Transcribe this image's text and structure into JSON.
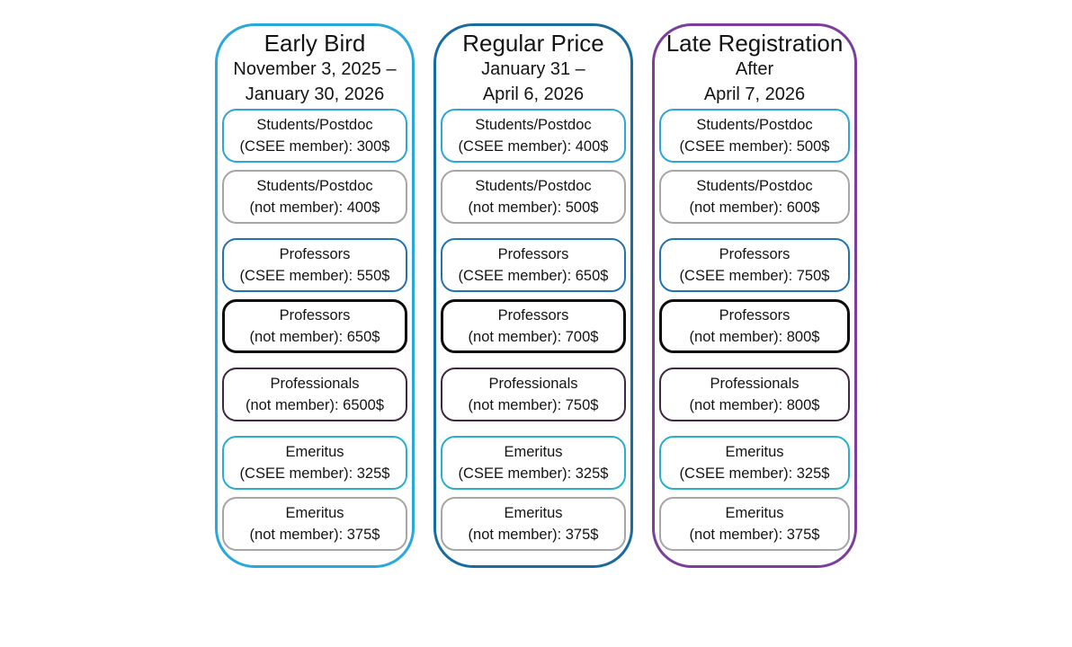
{
  "canvas": {
    "background": "#FFFFFF"
  },
  "box_border_colors": {
    "students_csee": "#2EA5DB",
    "students_not_member": "#A6A6A6",
    "professors_csee": "#2173B4",
    "professors_not_member": "#0D0D0D",
    "professionals_not_member": "#402843",
    "emeritus_csee": "#29AFCE",
    "emeritus_not_member": "#A6A6A6"
  },
  "tiers": [
    {
      "title": "Early Bird",
      "border_color": "#29A8DC",
      "date_lines": [
        "November 3, 2025 –",
        "January 30, 2026"
      ],
      "boxes": [
        {
          "category": "students_csee",
          "line1": "Students/Postdoc",
          "line2": "(CSEE member): 300$"
        },
        {
          "category": "students_not_member",
          "line1": "Students/Postdoc",
          "line2": "(not member): 400$"
        },
        {
          "category": "professors_csee",
          "line1": "Professors",
          "line2": "(CSEE member): 550$"
        },
        {
          "category": "professors_not_member",
          "line1": "Professors",
          "line2": "(not member): 650$"
        },
        {
          "category": "professionals_not_member",
          "line1": "Professionals",
          "line2": "(not member): 6500$"
        },
        {
          "category": "emeritus_csee",
          "line1": "Emeritus",
          "line2": "(CSEE member): 325$"
        },
        {
          "category": "emeritus_not_member",
          "line1": "Emeritus",
          "line2": "(not member): 375$"
        }
      ]
    },
    {
      "title": "Regular Price",
      "border_color": "#1B6C9E",
      "date_lines": [
        "January 31 –",
        "April 6, 2026"
      ],
      "boxes": [
        {
          "category": "students_csee",
          "line1": "Students/Postdoc",
          "line2": "(CSEE member): 400$"
        },
        {
          "category": "students_not_member",
          "line1": "Students/Postdoc",
          "line2": "(not member): 500$"
        },
        {
          "category": "professors_csee",
          "line1": "Professors",
          "line2": "(CSEE member): 650$"
        },
        {
          "category": "professors_not_member",
          "line1": "Professors",
          "line2": "(not member): 700$"
        },
        {
          "category": "professionals_not_member",
          "line1": "Professionals",
          "line2": "(not member): 750$"
        },
        {
          "category": "emeritus_csee",
          "line1": "Emeritus",
          "line2": "(CSEE member): 325$"
        },
        {
          "category": "emeritus_not_member",
          "line1": "Emeritus",
          "line2": "(not member): 375$"
        }
      ]
    },
    {
      "title": "Late Registration",
      "border_color": "#7B3F9B",
      "date_lines": [
        "After",
        "April 7, 2026"
      ],
      "boxes": [
        {
          "category": "students_csee",
          "line1": "Students/Postdoc",
          "line2": "(CSEE member): 500$"
        },
        {
          "category": "students_not_member",
          "line1": "Students/Postdoc",
          "line2": "(not member): 600$"
        },
        {
          "category": "professors_csee",
          "line1": "Professors",
          "line2": "(CSEE member): 750$"
        },
        {
          "category": "professors_not_member",
          "line1": "Professors",
          "line2": "(not member): 800$"
        },
        {
          "category": "professionals_not_member",
          "line1": "Professionals",
          "line2": "(not member): 800$"
        },
        {
          "category": "emeritus_csee",
          "line1": "Emeritus",
          "line2": "(CSEE member): 325$"
        },
        {
          "category": "emeritus_not_member",
          "line1": "Emeritus",
          "line2": "(not member): 375$"
        }
      ]
    }
  ]
}
